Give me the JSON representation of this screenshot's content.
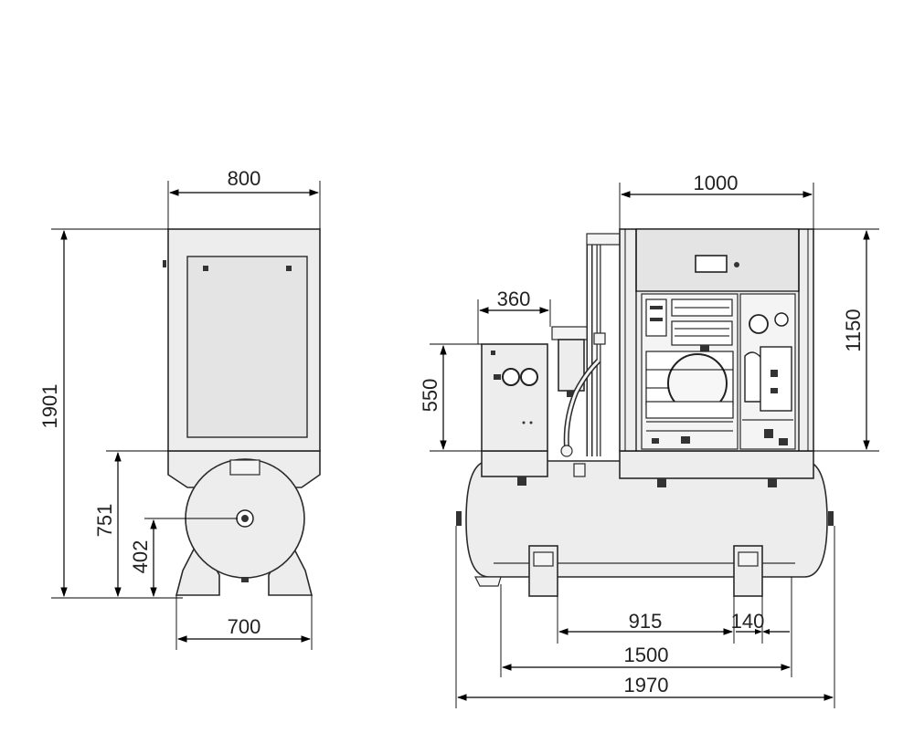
{
  "dimensions": {
    "front_width": "800",
    "front_height": "1901",
    "front_tank_top": "751",
    "front_tank_center": "402",
    "front_base": "700",
    "side_top": "1000",
    "side_height": "1150",
    "dryer_width": "360",
    "dryer_height": "550",
    "feet_spacing": "915",
    "foot_width": "140",
    "tank_length": "1500",
    "total_length": "1970"
  },
  "colors": {
    "line": "#000000",
    "body_fill": "#ededed"
  }
}
